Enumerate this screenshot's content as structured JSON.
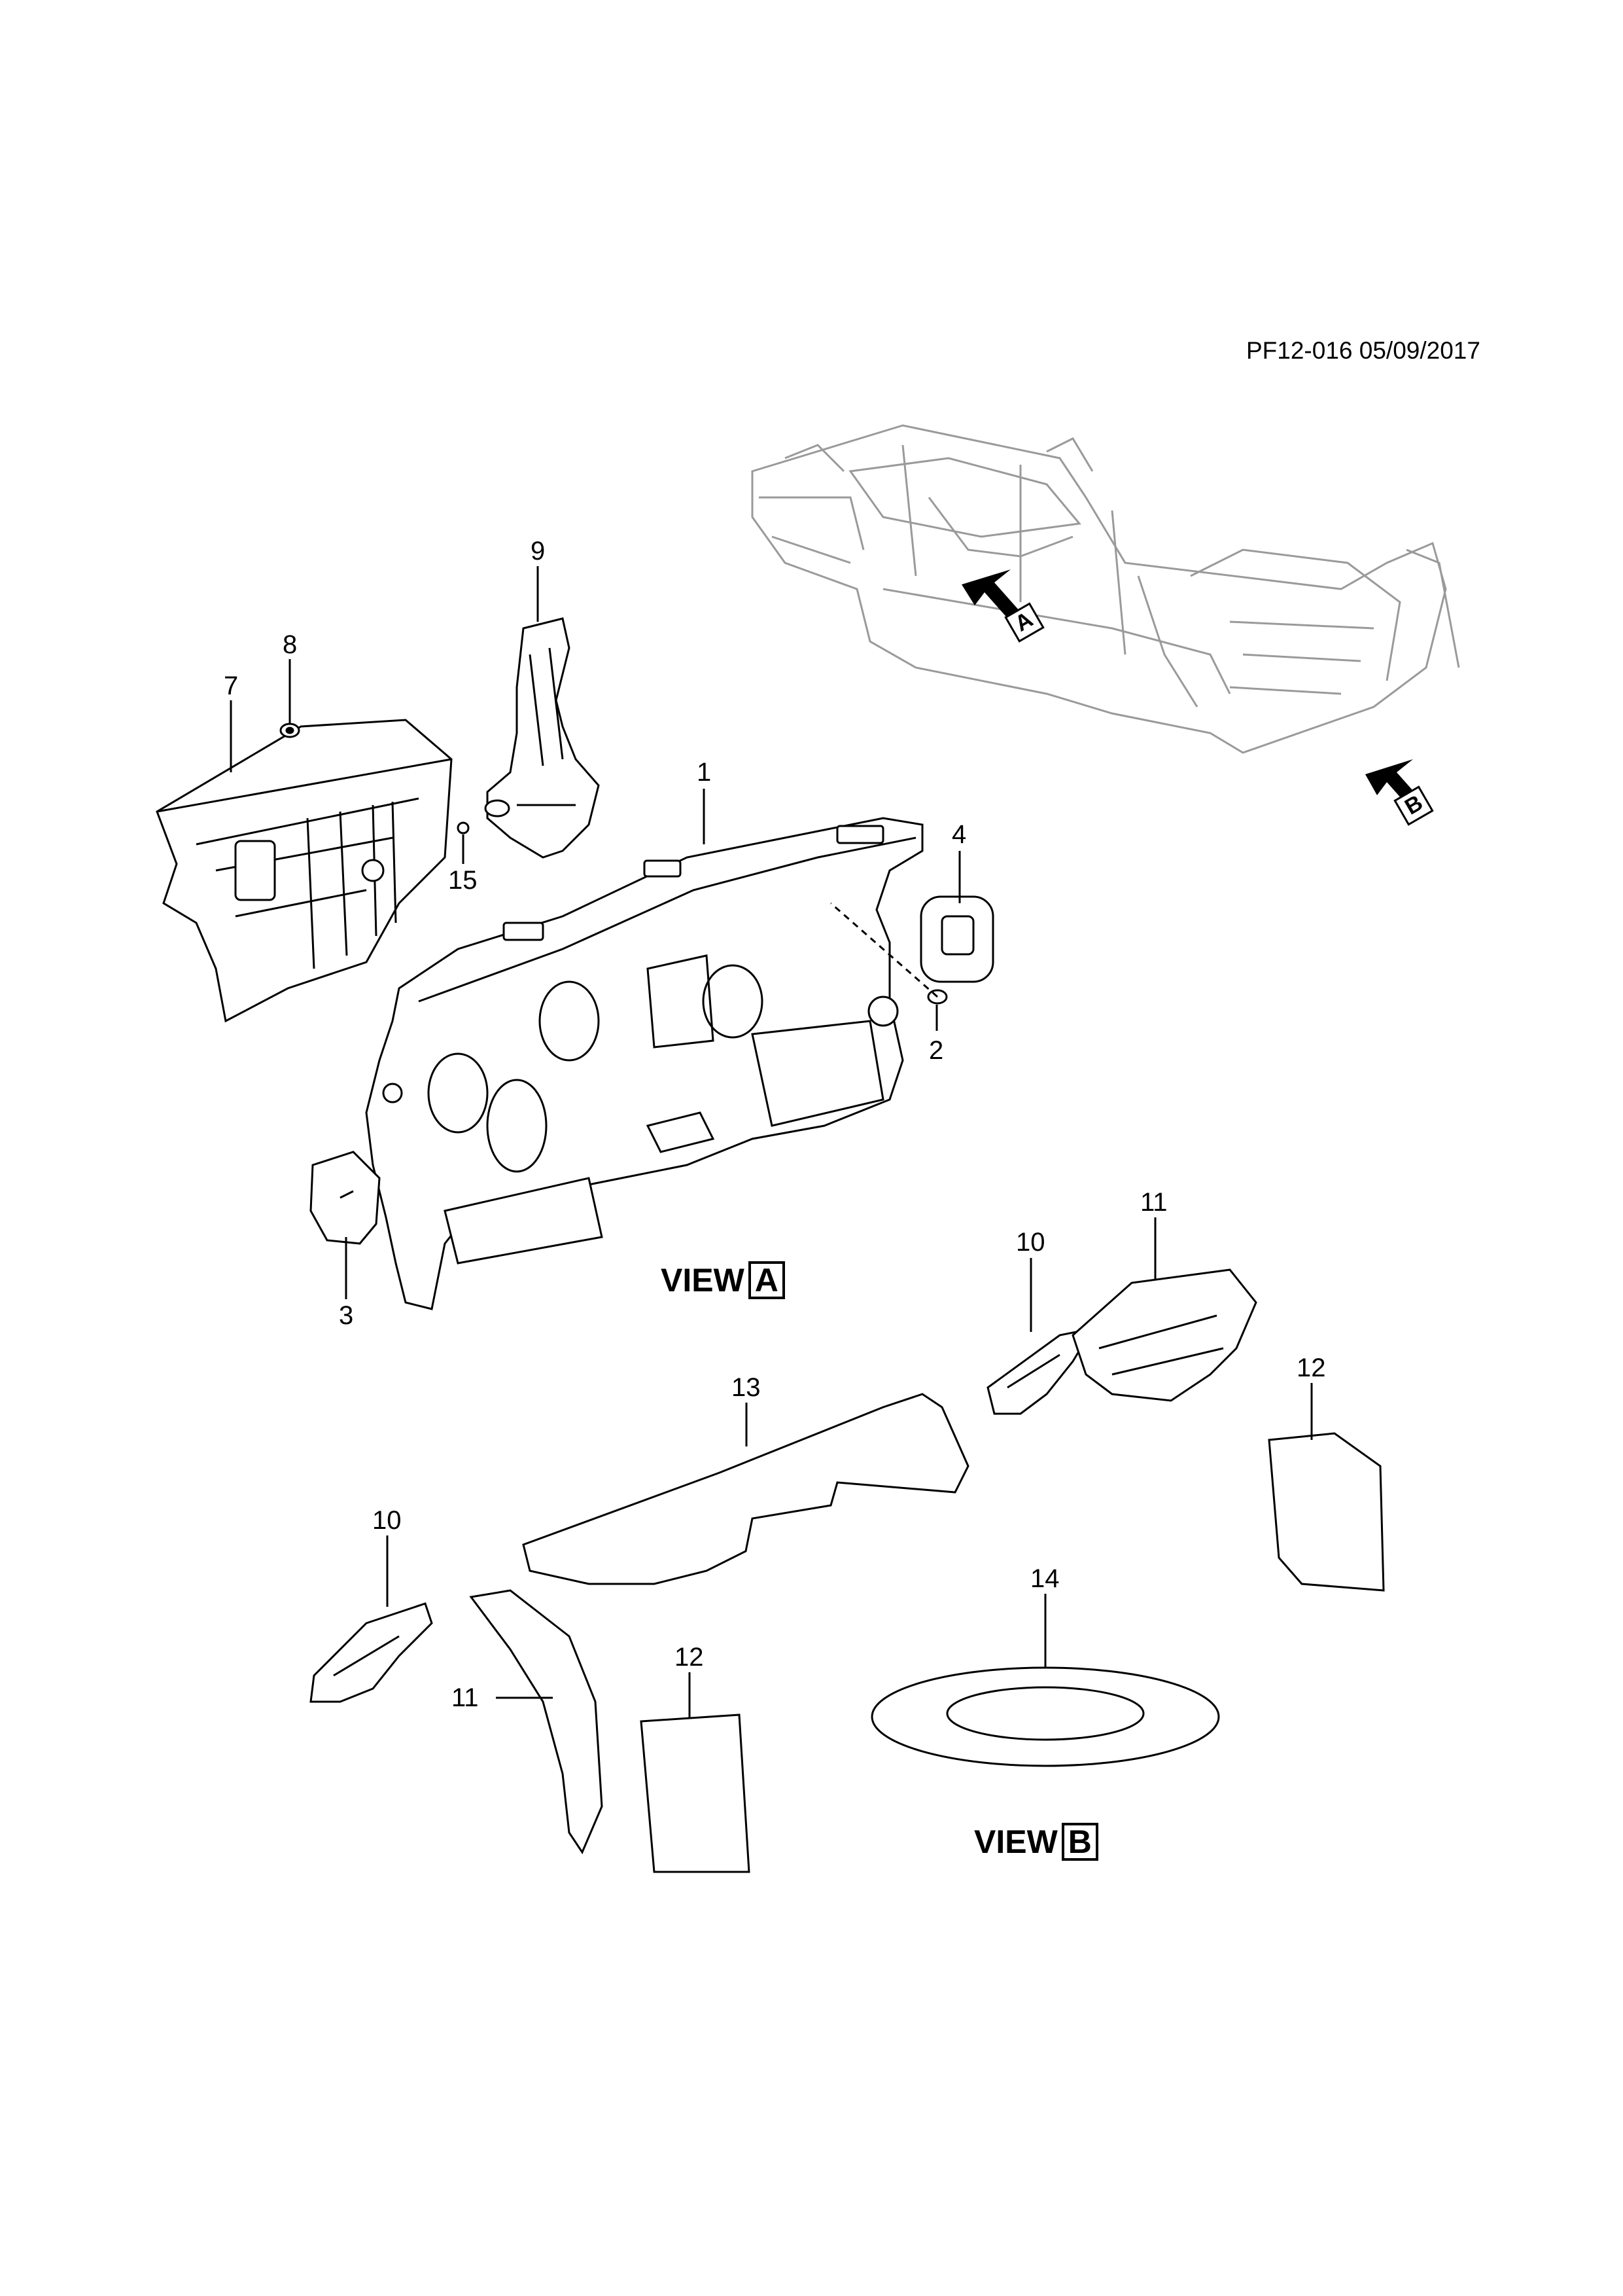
{
  "document": {
    "reference": "PF12-016 05/09/2017"
  },
  "views": {
    "view_a": {
      "text": "VIEW",
      "letter": "A"
    },
    "view_b": {
      "text": "VIEW",
      "letter": "B"
    }
  },
  "arrows": {
    "arrow_a": "A",
    "arrow_b": "B"
  },
  "callouts": {
    "c1": "1",
    "c2": "2",
    "c3": "3",
    "c4": "4",
    "c7": "7",
    "c8": "8",
    "c9": "9",
    "c15": "15",
    "c10a": "10",
    "c11a": "11",
    "c12a": "12",
    "c13": "13",
    "c10b": "10",
    "c11b": "11",
    "c12b": "12",
    "c14": "14"
  },
  "colors": {
    "line": "#000000",
    "fill": "#ffffff",
    "ghost": "#9a9a9a"
  }
}
